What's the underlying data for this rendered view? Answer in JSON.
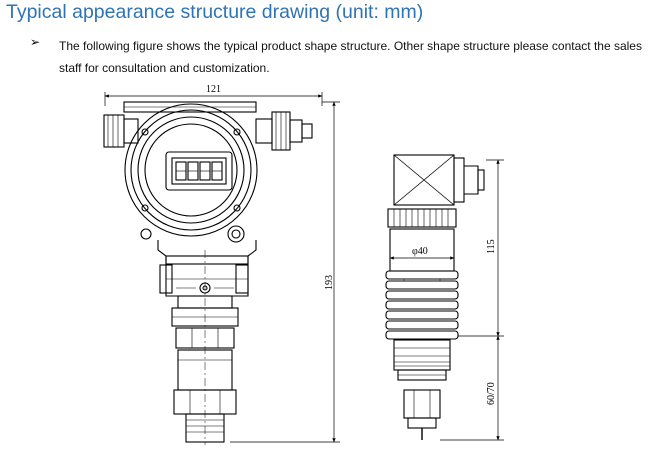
{
  "heading": "Typical appearance structure drawing (unit: mm)",
  "bullet": {
    "marker": "➢",
    "text": "The following figure shows the typical product shape structure. Other shape structure please contact the sales staff for consultation and customization."
  },
  "figure": {
    "left_view": {
      "width_dim": "121",
      "height_dim": "193"
    },
    "right_view": {
      "diameter_dim": "φ40",
      "upper_height_dim": "115",
      "lower_height_dim": "60/70"
    }
  }
}
